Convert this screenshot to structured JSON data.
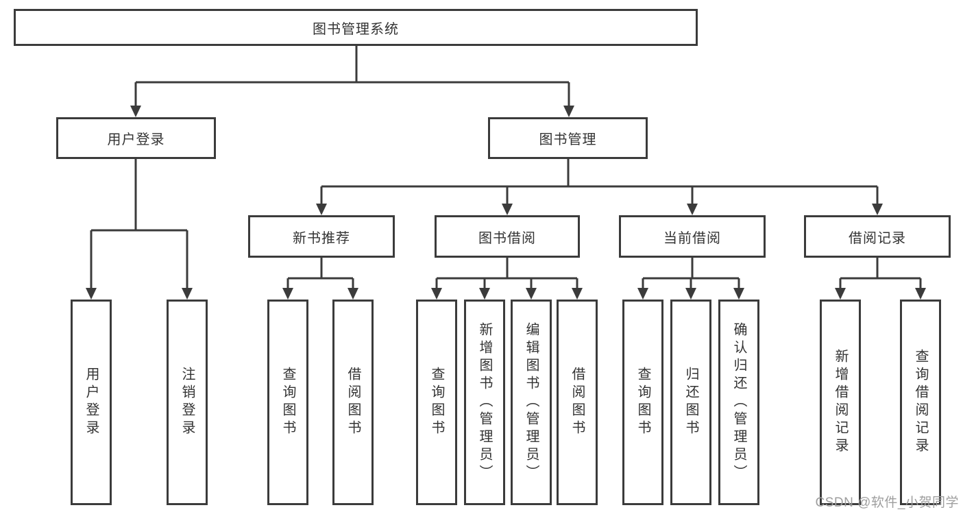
{
  "diagram_type": "hierarchy-tree",
  "tree": {
    "label": "图书管理系统",
    "children": [
      {
        "label": "用户登录",
        "children": [
          {
            "label": "用户登录"
          },
          {
            "label": "注销登录"
          }
        ]
      },
      {
        "label": "图书管理",
        "children": [
          {
            "label": "新书推荐",
            "children": [
              {
                "label": "查询图书"
              },
              {
                "label": "借阅图书"
              }
            ]
          },
          {
            "label": "图书借阅",
            "children": [
              {
                "label": "查询图书"
              },
              {
                "label": "新增图书（管理员）"
              },
              {
                "label": "编辑图书（管理员）"
              },
              {
                "label": "借阅图书"
              }
            ]
          },
          {
            "label": "当前借阅",
            "children": [
              {
                "label": "查询图书"
              },
              {
                "label": "归还图书"
              },
              {
                "label": "确认归还（管理员）"
              }
            ]
          },
          {
            "label": "借阅记录",
            "children": [
              {
                "label": "新增借阅记录"
              },
              {
                "label": "查询借阅记录"
              }
            ]
          }
        ]
      }
    ]
  },
  "watermark": "CSDN @软件_小贺同学",
  "colors": {
    "line": "#3b3b3b",
    "box_border": "#3b3b3b",
    "text": "#333333",
    "watermark_text": "#9e9e9e",
    "background": "#ffffff"
  }
}
